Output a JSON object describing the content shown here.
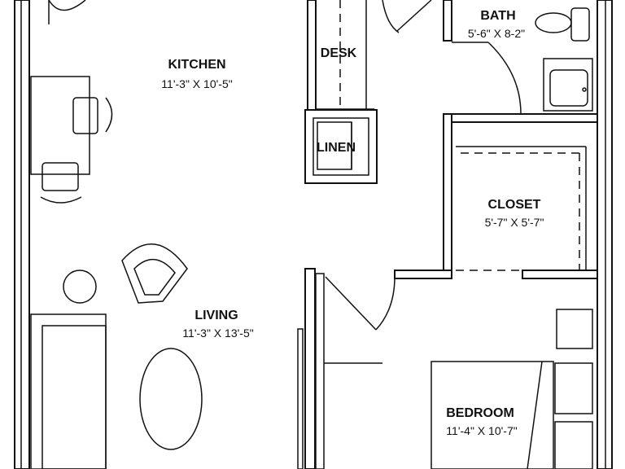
{
  "rooms": {
    "kitchen": {
      "name": "KITCHEN",
      "dimensions": "11'-3\" X 10'-5\""
    },
    "desk": {
      "name": "DESK"
    },
    "linen": {
      "name": "LINEN"
    },
    "bath": {
      "name": "BATH",
      "dimensions": "5'-6\" X 8-2\""
    },
    "closet": {
      "name": "CLOSET",
      "dimensions": "5'-7\" X 5'-7\""
    },
    "living": {
      "name": "LIVING",
      "dimensions": "11'-3\" X 13'-5\""
    },
    "bedroom": {
      "name": "BEDROOM",
      "dimensions": "11'-4\" X 10'-7\""
    }
  }
}
